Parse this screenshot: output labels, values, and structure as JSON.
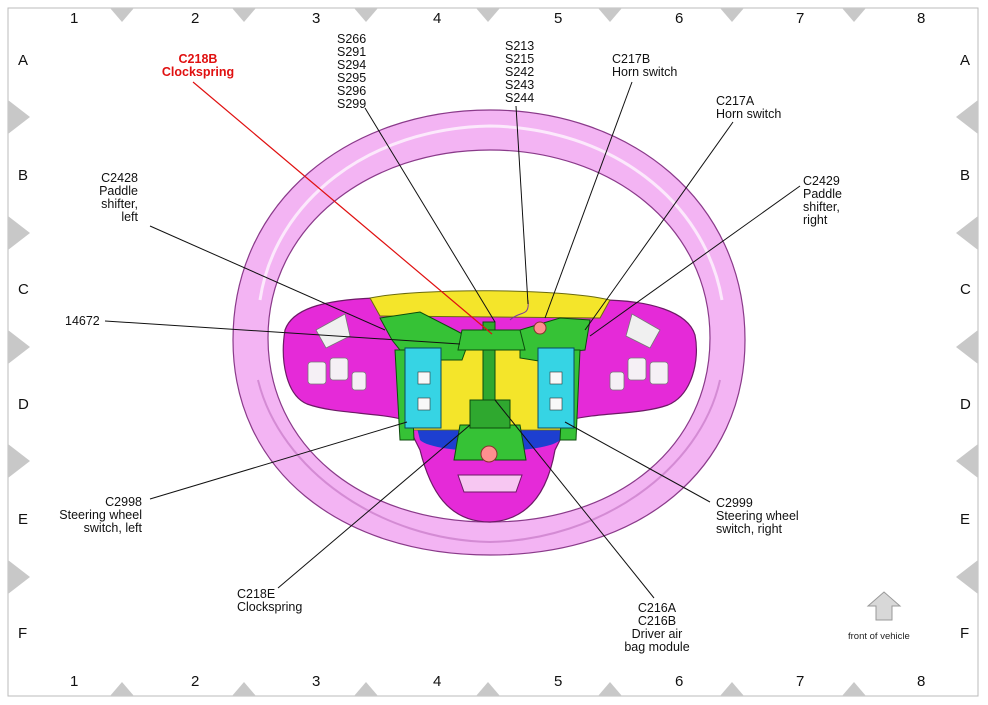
{
  "grid": {
    "columns": [
      "1",
      "2",
      "3",
      "4",
      "5",
      "6",
      "7",
      "8"
    ],
    "rows": [
      "A",
      "B",
      "C",
      "D",
      "E",
      "F"
    ]
  },
  "callouts": {
    "c218b": "C218B\nClockspring",
    "s_group_left": "S266\nS291\nS294\nS295\nS296\nS299",
    "s_group_right": "S213\nS215\nS242\nS243\nS244",
    "c217b": "C217B\nHorn switch",
    "c217a": "C217A\nHorn switch",
    "c2428": "C2428\nPaddle\nshifter,\nleft",
    "c2429": "C2429\nPaddle\nshifter,\nright",
    "p14672": "14672",
    "c2998": "C2998\nSteering wheel\nswitch, left",
    "c2999": "C2999\nSteering wheel\nswitch, right",
    "c218e": "C218E\nClockspring",
    "c216": "C216A\nC216B\nDriver air\nbag module"
  },
  "orientation": {
    "label": "front of vehicle",
    "icon": "up-arrow-icon"
  },
  "colors": {
    "wheel_rim": "#f0a8f0",
    "spokes": "#e020d8",
    "wiring": "#2fbf2f",
    "switches": "#30d8e8",
    "airbag_base": "#f5e62a",
    "highlight_label": "#e01010"
  }
}
